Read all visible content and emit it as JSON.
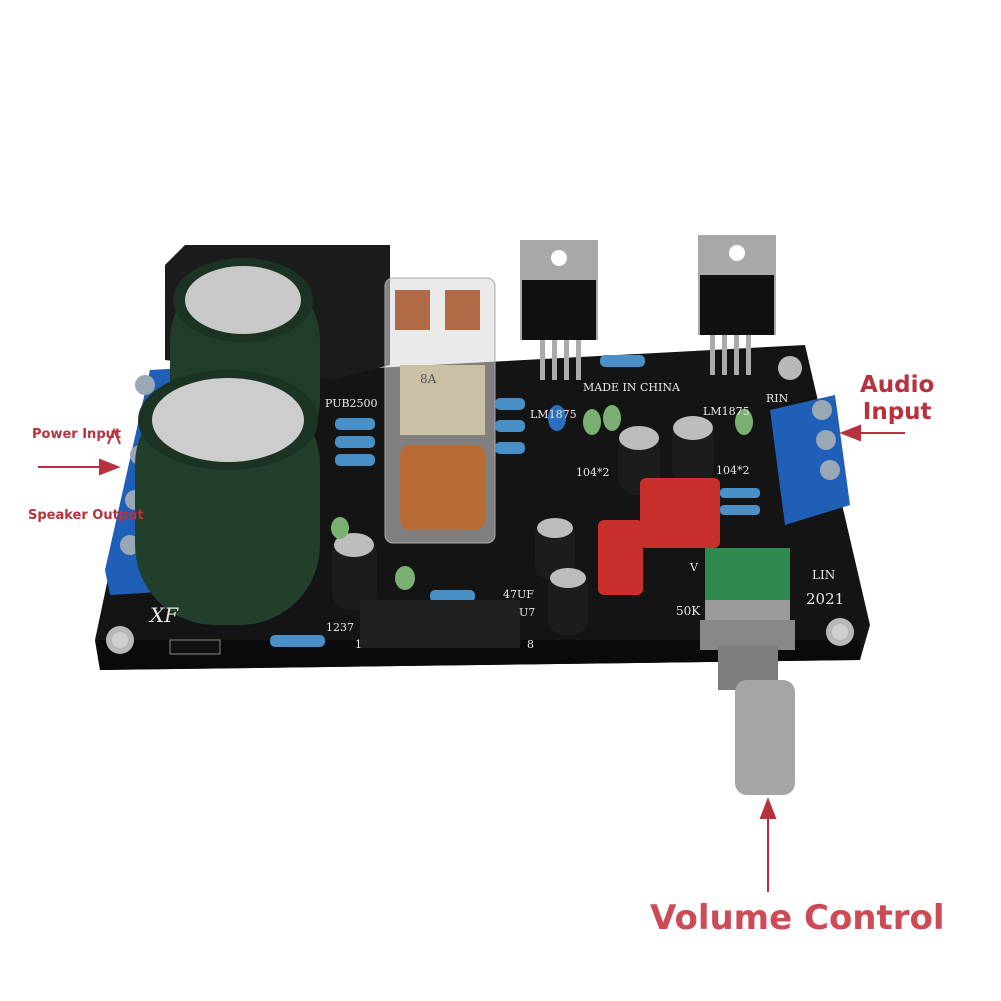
{
  "annotations": {
    "power_input": "Power Input",
    "speaker_output": "Speaker Output",
    "audio_input_line1": "Audio",
    "audio_input_line2": "Input",
    "volume_control": "Volume Control"
  },
  "silkscreen": {
    "made_in": "MADE IN CHINA",
    "ic_left": "LM1875",
    "ic_right": "LM1875",
    "cap_left": "104*2",
    "cap_right": "104*2",
    "bridge": "PUB2500",
    "brand": "XF",
    "year": "2021",
    "lin": "LIN",
    "cap_value": "47UF",
    "u7": "U7",
    "code_1237": "1237",
    "pin_1": "1",
    "pin_8": "8",
    "pot_value": "50K",
    "vol": "V",
    "rin": "RIN",
    "relay_rating": "8A"
  },
  "colors": {
    "annotation": "#b5323e",
    "pcb": "#141414",
    "terminal": "#1f5fb8",
    "capacitor": "#1f3d2a",
    "pot_body": "#2e8a4e",
    "film_cap": "#c9302c"
  }
}
